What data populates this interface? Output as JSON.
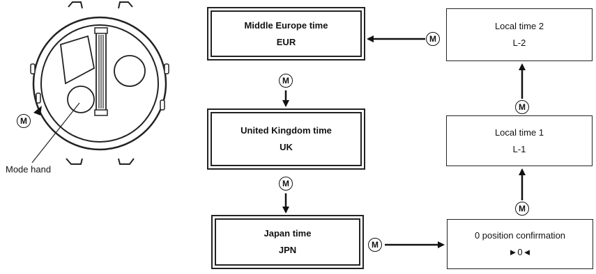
{
  "watch": {
    "button_label": "M",
    "pointer_label": "Mode hand"
  },
  "boxes": {
    "eur": {
      "line1": "Middle Europe time",
      "line2": "EUR"
    },
    "uk": {
      "line1": "United Kingdom time",
      "line2": "UK"
    },
    "jpn": {
      "line1": "Japan time",
      "line2": "JPN"
    },
    "zero": {
      "line1": "0 position confirmation",
      "line2": "►0◄"
    },
    "l1": {
      "line1": "Local time 1",
      "line2": "L-1"
    },
    "l2": {
      "line1": "Local time 2",
      "line2": "L-2"
    }
  },
  "transition_button_label": "M"
}
